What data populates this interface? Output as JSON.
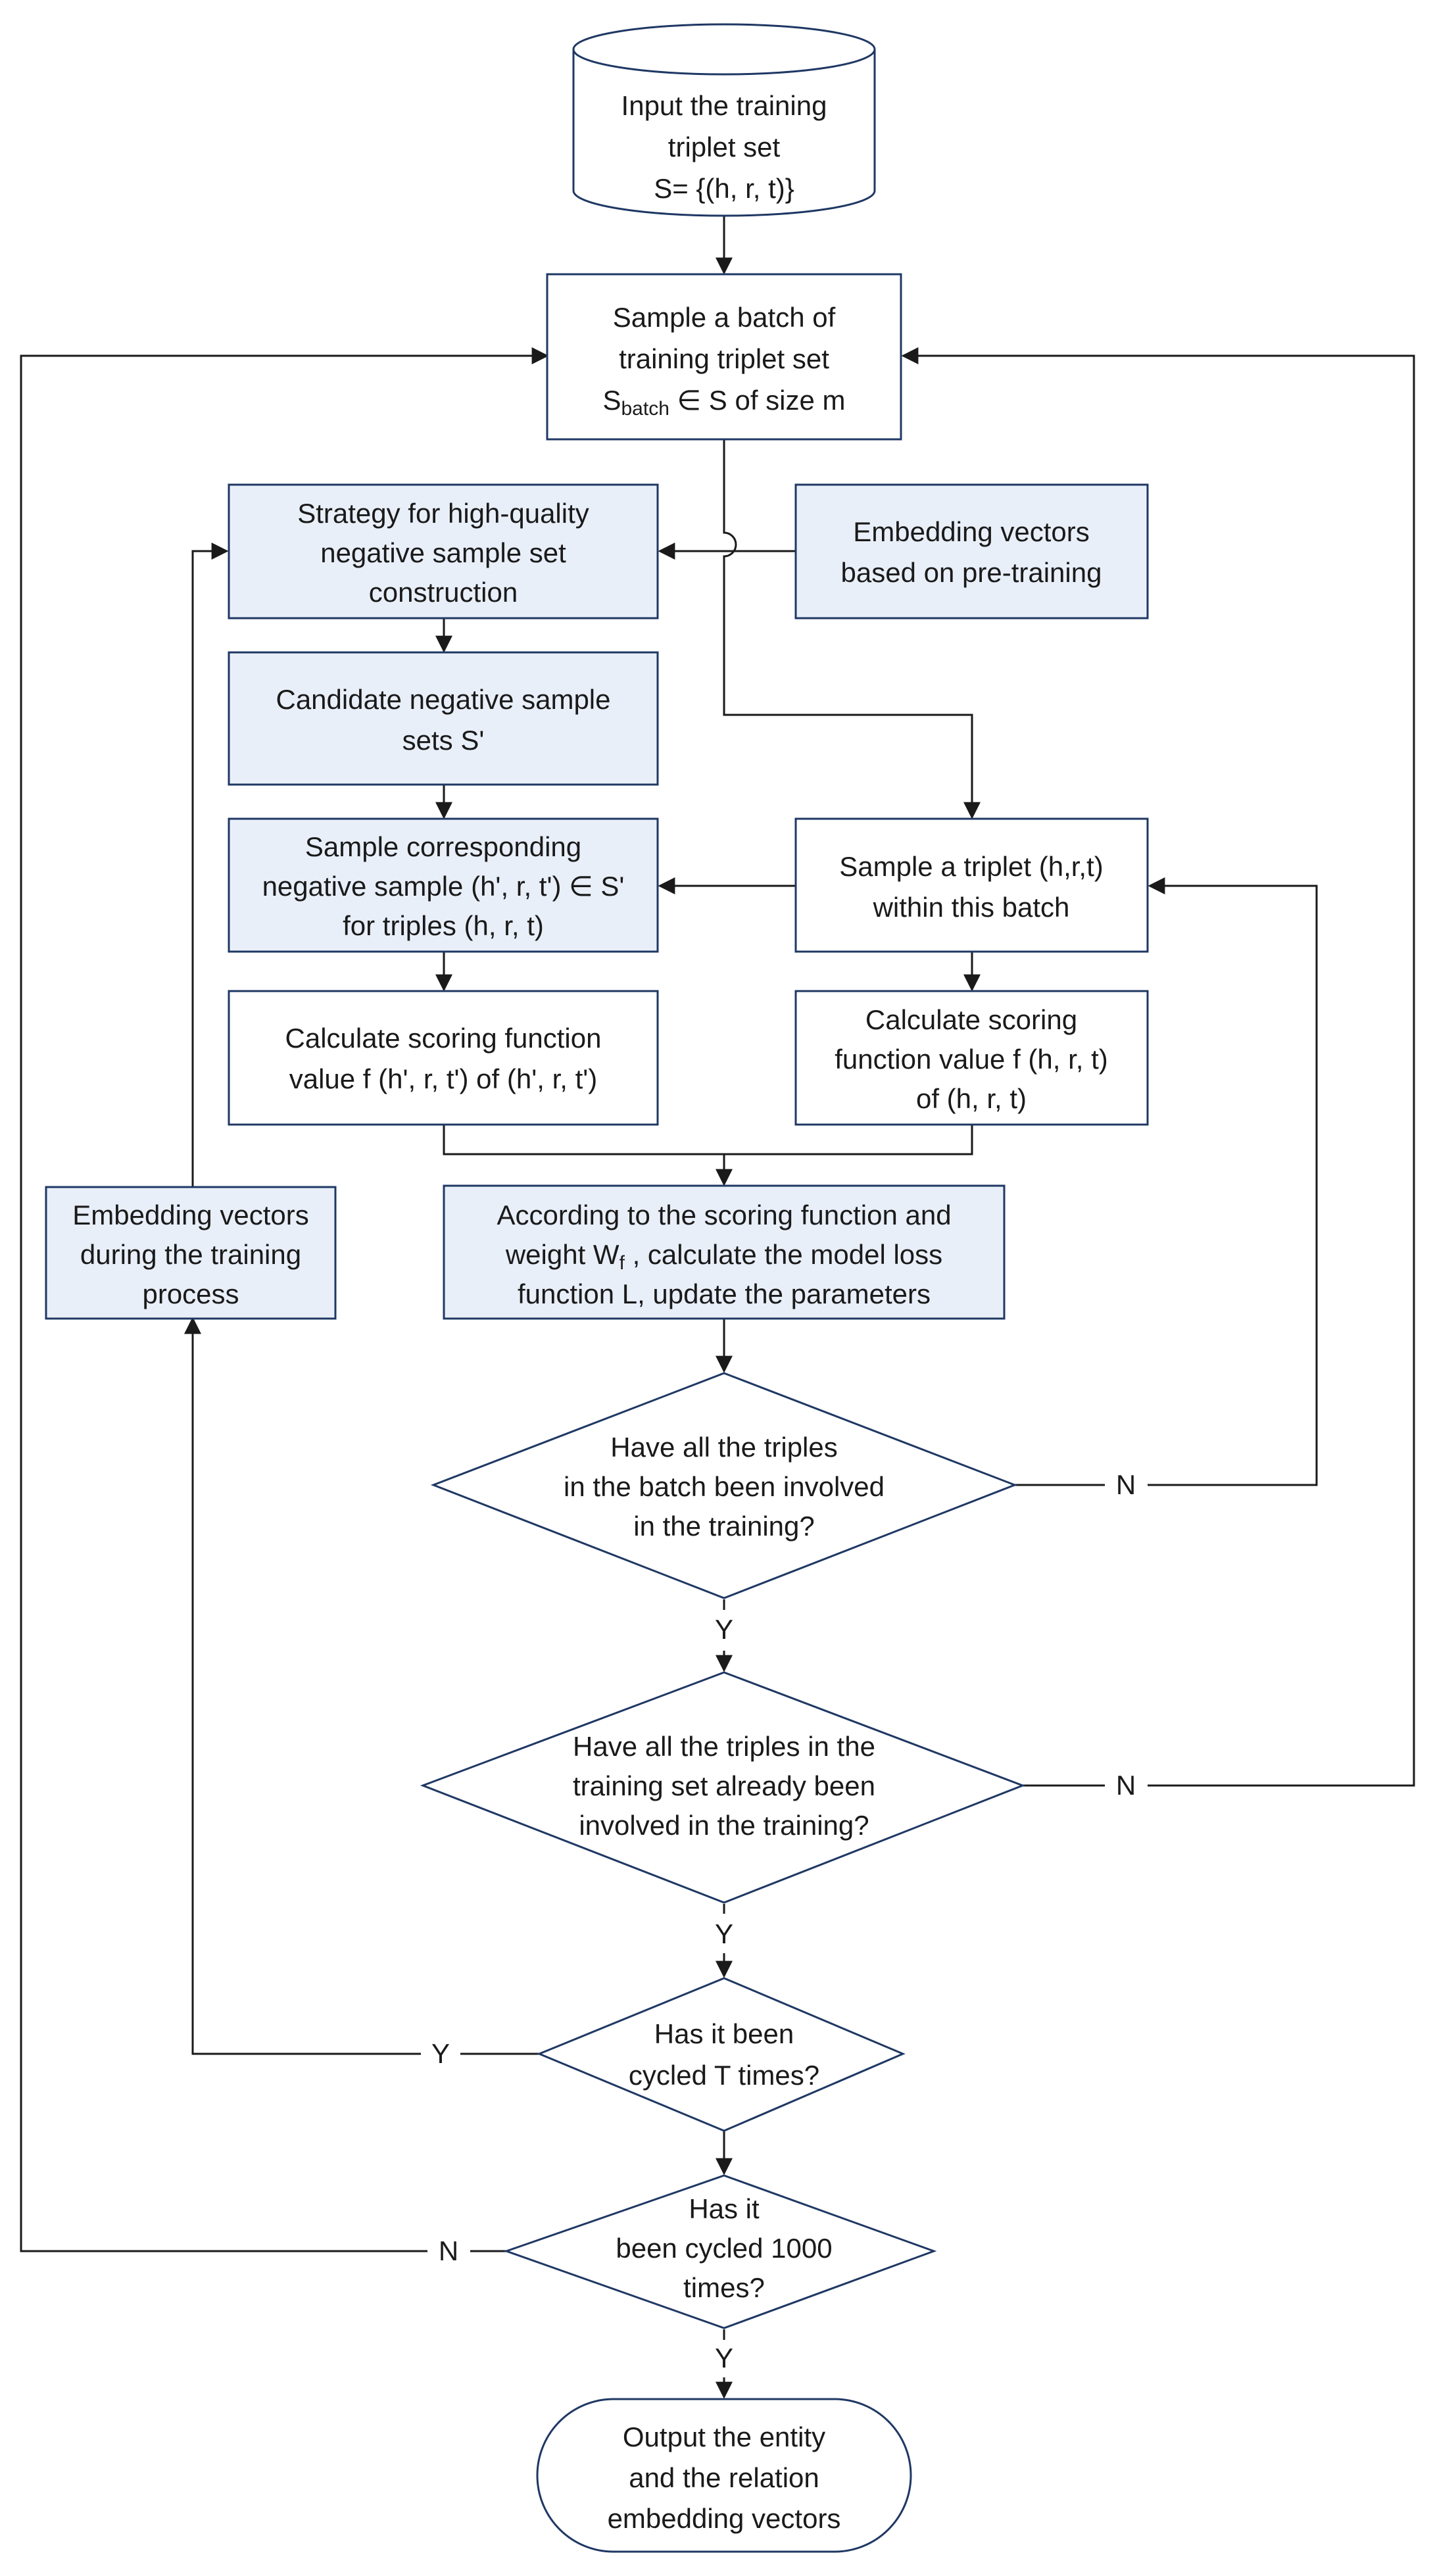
{
  "nodes": {
    "input": [
      "Input the training",
      "triplet set",
      "S= {(h, r, t)}"
    ],
    "sample_batch": {
      "line1": "Sample a batch of",
      "line2": "training triplet set",
      "line3_s": "S",
      "line3_sub": "batch",
      "line3_rest": " ∈ S of size m"
    },
    "strategy": [
      "Strategy for high-quality",
      "negative sample set",
      "construction"
    ],
    "pretrain": [
      "Embedding vectors",
      "based on pre-training"
    ],
    "candidate": [
      "Candidate negative sample",
      "sets S'"
    ],
    "sample_neg": [
      "Sample corresponding",
      "negative sample (h', r, t') ∈ S'",
      "for triples (h, r, t)"
    ],
    "sample_triplet": [
      "Sample a triplet (h,r,t)",
      "within this batch"
    ],
    "calc_neg": [
      "Calculate scoring function",
      "value f (h', r, t') of (h', r, t')"
    ],
    "calc_pos": [
      "Calculate scoring",
      "function value f (h, r, t)",
      "of (h, r, t)"
    ],
    "update": {
      "line1": "According to the scoring function and",
      "line2_pre": "weight W",
      "line2_sub": "f",
      "line2_post": " , calculate the model loss",
      "line3": "function L, update the parameters"
    },
    "train_embed": [
      "Embedding vectors",
      "during the training",
      "process"
    ],
    "decision_batch": [
      "Have all the triples",
      "in the batch been involved",
      "in the training?"
    ],
    "decision_set": [
      "Have all the triples in the",
      "training set already been",
      "involved in the training?"
    ],
    "decision_T": [
      "Has it been",
      "cycled T times?"
    ],
    "decision_1000": [
      "Has it",
      "been cycled 1000",
      "times?"
    ],
    "output": [
      "Output the entity",
      "and the relation",
      "embedding vectors"
    ]
  },
  "edge_labels": {
    "batch_no": "N",
    "batch_yes": "Y",
    "set_no": "N",
    "set_yes": "Y",
    "T_yes": "Y",
    "k_no": "N",
    "k_yes": "Y"
  }
}
